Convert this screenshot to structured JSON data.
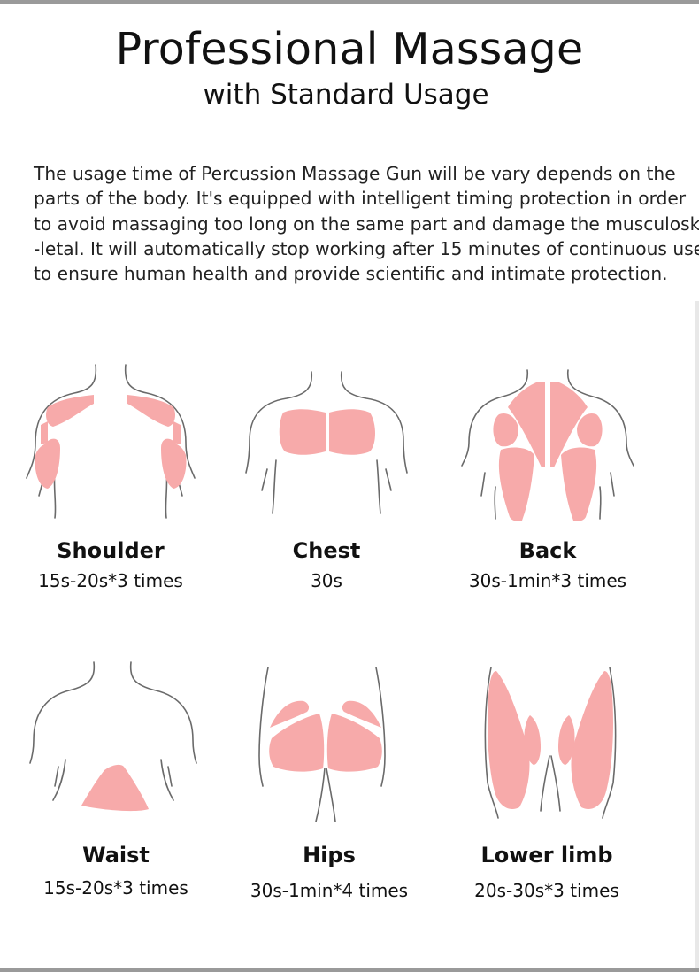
{
  "header": {
    "title": "Professional Massage",
    "subtitle": "with Standard Usage"
  },
  "description": {
    "lines": [
      "The usage time of Percussion Massage Gun will be vary depends on the",
      "parts of the body. It's equipped with intelligent timing protection in order",
      "to avoid massaging too long on the same part and damage the musculoske",
      "-letal. It will automatically stop working after 15 minutes of continuous use",
      "to ensure human health and provide scientific and intimate protection."
    ]
  },
  "body_parts": [
    {
      "name": "Shoulder",
      "time": "15s-20s*3 times",
      "icon": "shoulder-muscles-icon"
    },
    {
      "name": "Chest",
      "time": "30s",
      "icon": "chest-muscles-icon"
    },
    {
      "name": "Back",
      "time": "30s-1min*3 times",
      "icon": "back-muscles-icon"
    },
    {
      "name": "Waist",
      "time": "15s-20s*3 times",
      "icon": "waist-muscles-icon"
    },
    {
      "name": "Hips",
      "time": "30s-1min*4 times",
      "icon": "hips-muscles-icon"
    },
    {
      "name": "Lower limb",
      "time": "20s-30s*3 times",
      "icon": "lower-limb-muscles-icon"
    }
  ],
  "colors": {
    "muscle_highlight": "#f7aaaa",
    "outline": "#6a6a6a",
    "frame_bar": "#9a9a9a"
  }
}
